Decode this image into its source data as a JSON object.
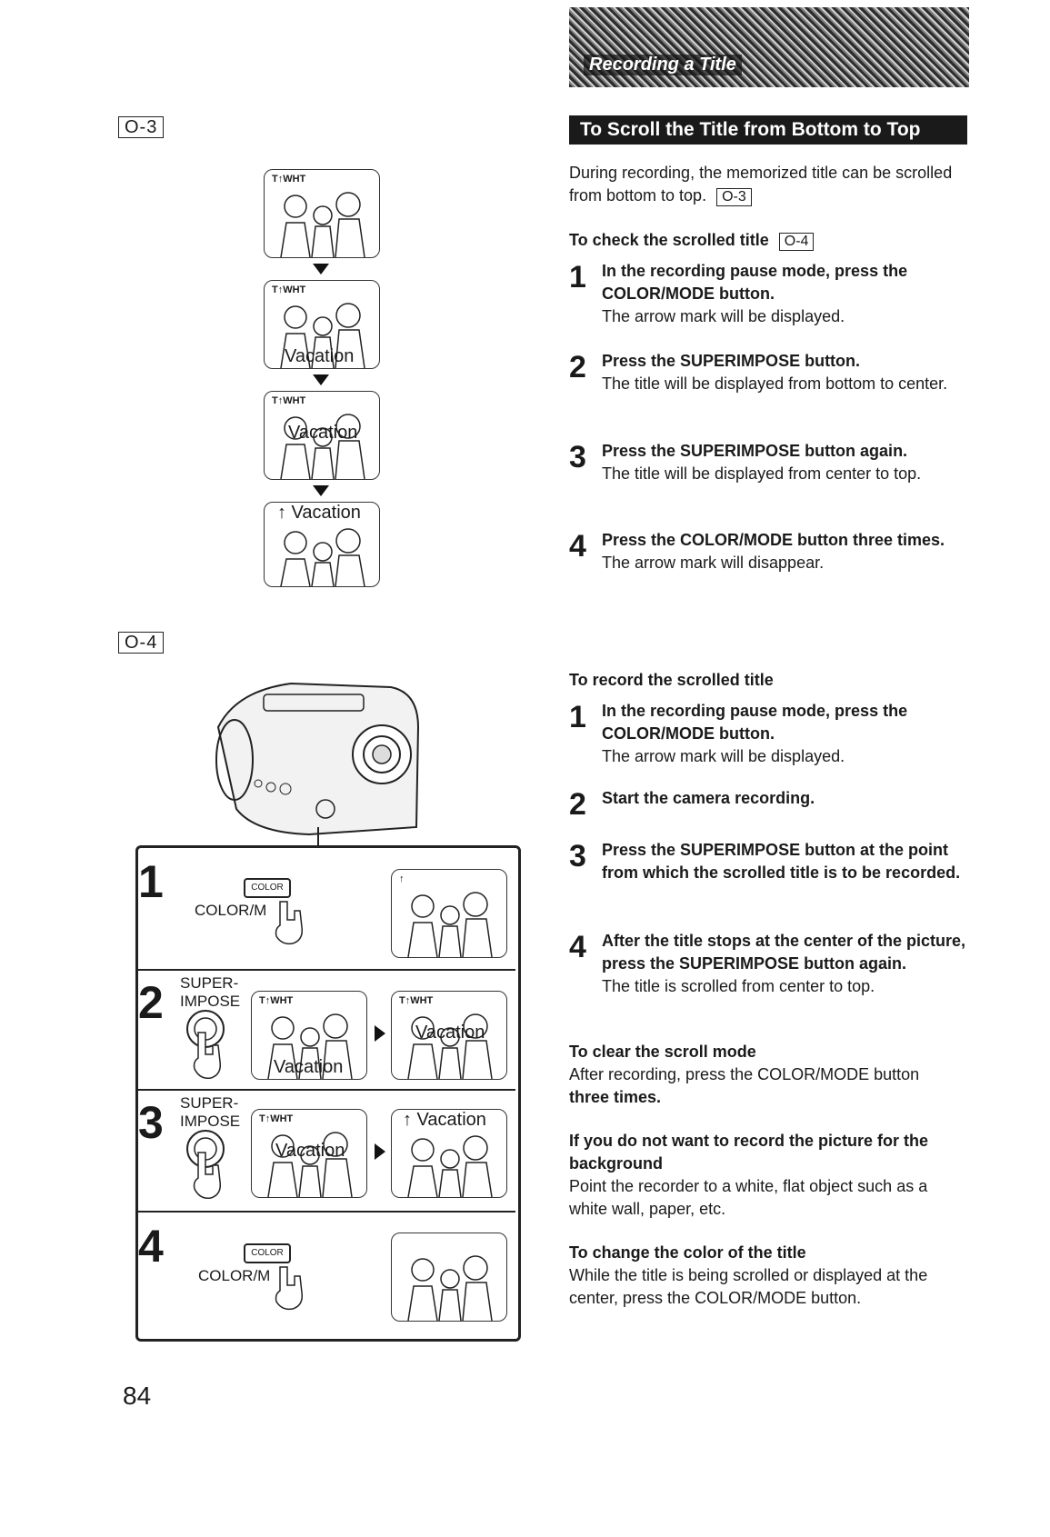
{
  "page": {
    "number": "84"
  },
  "banner": {
    "title": "Recording a Title"
  },
  "section": {
    "title": "To Scroll the Title from Bottom to Top"
  },
  "intro": {
    "text": "During recording, the memorized title can be scrolled from bottom to top.",
    "ref": "O-3"
  },
  "check": {
    "heading": "To check the scrolled title",
    "ref": "O-4",
    "steps": [
      {
        "num": "1",
        "bold": "In the recording pause mode, press the COLOR/MODE button.",
        "note": "The arrow mark will be displayed."
      },
      {
        "num": "2",
        "bold": "Press the SUPERIMPOSE button.",
        "note": "The title will be displayed from bottom to center."
      },
      {
        "num": "3",
        "bold": "Press the SUPERIMPOSE button again.",
        "note": "The title will be displayed from center to top."
      },
      {
        "num": "4",
        "bold": "Press the COLOR/MODE button three times.",
        "note": "The arrow mark will disappear."
      }
    ]
  },
  "record": {
    "heading": "To record the scrolled title",
    "steps": [
      {
        "num": "1",
        "bold": "In the recording pause mode, press the COLOR/MODE button.",
        "note": "The arrow mark will be displayed."
      },
      {
        "num": "2",
        "bold": "Start the camera recording.",
        "note": ""
      },
      {
        "num": "3",
        "bold": "Press the SUPERIMPOSE button at the point from which the scrolled title is to be recorded.",
        "note": ""
      },
      {
        "num": "4",
        "bold": "After the title stops at the center of the picture, press the SUPERIMPOSE button again.",
        "note": "The title is scrolled from center to top."
      }
    ]
  },
  "clear": {
    "heading": "To clear the scroll mode",
    "text": "After recording, press the COLOR/MODE button",
    "bold": "three times."
  },
  "background": {
    "heading": "If you do not want to record the picture for the background",
    "text": "Point the recorder to a white, flat object such as a white wall, paper, etc."
  },
  "color": {
    "heading": "To change the color of the title",
    "text": "While the title is being scrolled or displayed at the center, press the COLOR/MODE button."
  },
  "figures": {
    "o3": {
      "label": "O-3",
      "tag": "T↑WHT",
      "title": "Vacation",
      "arrow_title": "↑ Vacation"
    },
    "o4": {
      "label": "O-4",
      "color_btn": "COLOR",
      "color_label": "COLOR/M",
      "super_label_1": "SUPER-",
      "super_label_2": "IMPOSE",
      "tag": "T↑WHT",
      "title": "Vacation",
      "arrow_title": "↑ Vacation",
      "arrow_mark": "↑",
      "rows": [
        "1",
        "2",
        "3",
        "4"
      ]
    }
  }
}
